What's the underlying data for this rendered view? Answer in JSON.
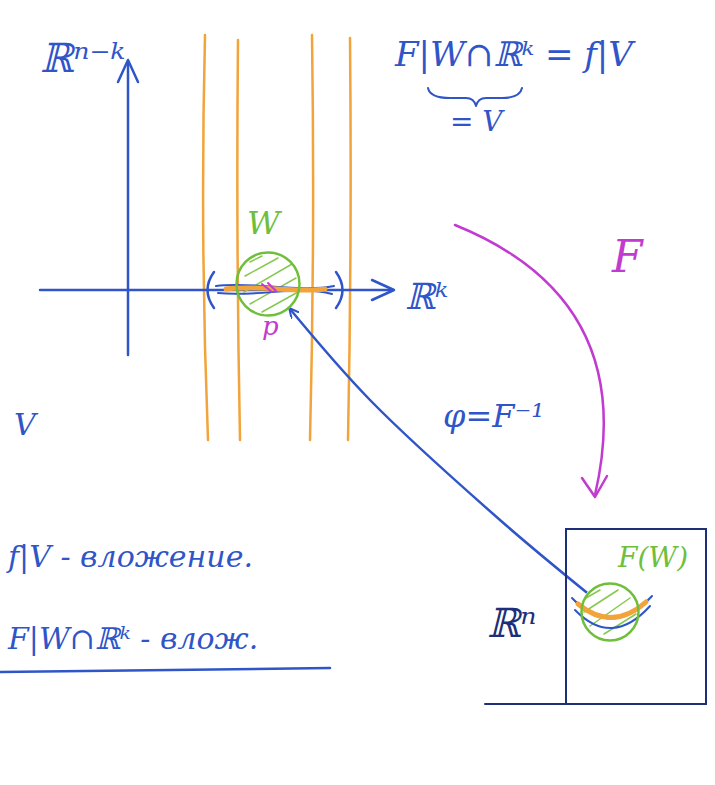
{
  "diagram": {
    "nodes": [
      {
        "text": [
          "W"
        ]
      },
      {
        "text": [
          "ℝⁿ"
        ]
      },
      {
        "text": [
          "F(W)"
        ],
        "in": 1
      }
    ],
    "edges": [
      {
        "from": 2,
        "to": 0,
        "arrow": "to",
        "label": "φ=F⁻¹"
      }
    ],
    "labels": [
      "ℝⁿ⁻ᵏ",
      "F|W∩ℝᵏ = f|V",
      "= V",
      "ℝᵏ",
      "p",
      "F",
      "V",
      "f|V - вложение.",
      "F|W∩ℝᵏ - влож."
    ]
  }
}
